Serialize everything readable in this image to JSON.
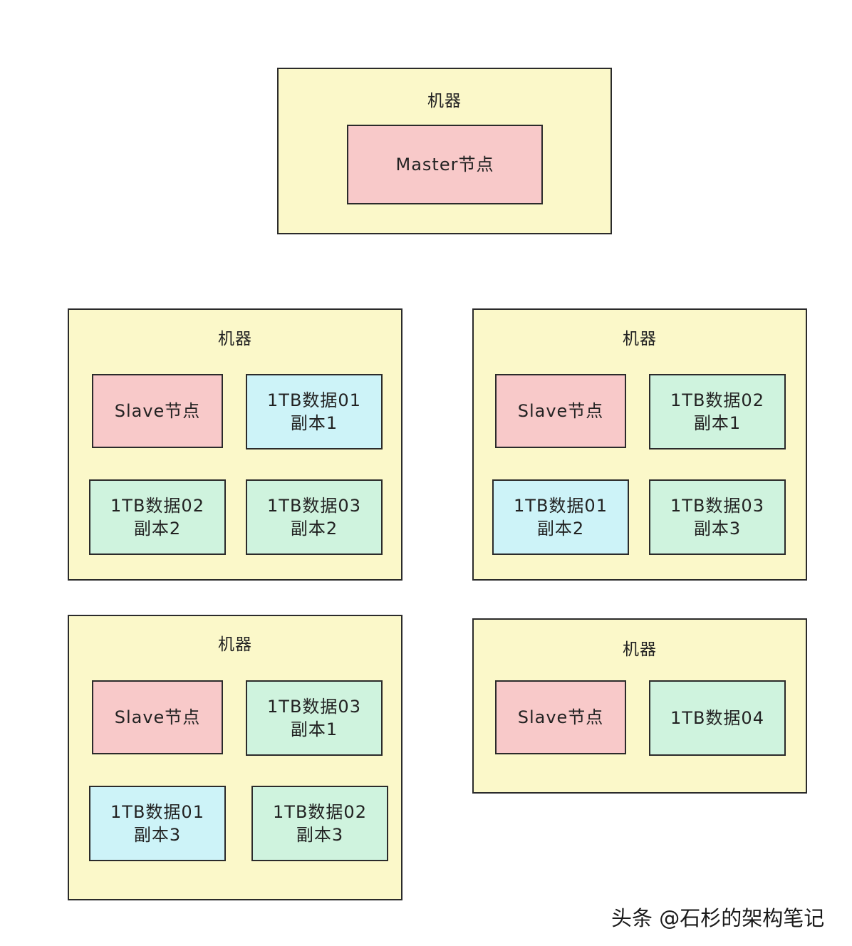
{
  "machines": [
    {
      "title": "机器",
      "nodes": [
        {
          "line1": "Master节点",
          "line2": ""
        }
      ]
    },
    {
      "title": "机器",
      "nodes": [
        {
          "line1": "Slave节点",
          "line2": ""
        },
        {
          "line1": "1TB数据01",
          "line2": "副本1"
        },
        {
          "line1": "1TB数据02",
          "line2": "副本2"
        },
        {
          "line1": "1TB数据03",
          "line2": "副本2"
        }
      ]
    },
    {
      "title": "机器",
      "nodes": [
        {
          "line1": "Slave节点",
          "line2": ""
        },
        {
          "line1": "1TB数据02",
          "line2": "副本1"
        },
        {
          "line1": "1TB数据01",
          "line2": "副本2"
        },
        {
          "line1": "1TB数据03",
          "line2": "副本3"
        }
      ]
    },
    {
      "title": "机器",
      "nodes": [
        {
          "line1": "Slave节点",
          "line2": ""
        },
        {
          "line1": "1TB数据03",
          "line2": "副本1"
        },
        {
          "line1": "1TB数据01",
          "line2": "副本3"
        },
        {
          "line1": "1TB数据02",
          "line2": "副本3"
        }
      ]
    },
    {
      "title": "机器",
      "nodes": [
        {
          "line1": "Slave节点",
          "line2": ""
        },
        {
          "line1": "1TB数据04",
          "line2": ""
        }
      ]
    }
  ],
  "colors": {
    "machine_fill": "#fbf8c9",
    "slave_master_fill": "#f8c9c9",
    "replica_blue_fill": "#cdf3f8",
    "replica_green_fill": "#cff3de",
    "border": "#2b2b2b"
  },
  "watermark": "头条 @石杉的架构笔记"
}
